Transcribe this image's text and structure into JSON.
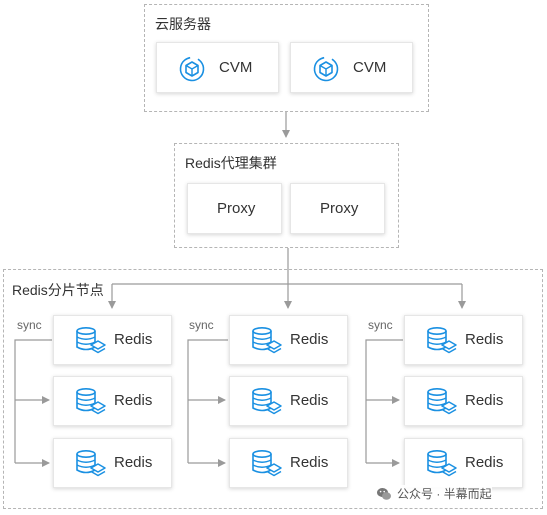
{
  "colors": {
    "accent": "#1a90e2",
    "border_dashed": "#b5b5b5",
    "connector": "#9a9a9a",
    "text": "#333333"
  },
  "groups": {
    "servers": {
      "title": "云服务器",
      "nodes": [
        {
          "label": "CVM",
          "icon": "cvm-icon"
        },
        {
          "label": "CVM",
          "icon": "cvm-icon"
        }
      ]
    },
    "proxy_cluster": {
      "title": "Redis代理集群",
      "nodes": [
        {
          "label": "Proxy"
        },
        {
          "label": "Proxy"
        }
      ]
    },
    "shards": {
      "title": "Redis分片节点",
      "columns": [
        {
          "sync_label": "sync",
          "nodes": [
            {
              "label": "Redis",
              "icon": "database-icon"
            },
            {
              "label": "Redis",
              "icon": "database-icon"
            },
            {
              "label": "Redis",
              "icon": "database-icon"
            }
          ]
        },
        {
          "sync_label": "sync",
          "nodes": [
            {
              "label": "Redis",
              "icon": "database-icon"
            },
            {
              "label": "Redis",
              "icon": "database-icon"
            },
            {
              "label": "Redis",
              "icon": "database-icon"
            }
          ]
        },
        {
          "sync_label": "sync",
          "nodes": [
            {
              "label": "Redis",
              "icon": "database-icon"
            },
            {
              "label": "Redis",
              "icon": "database-icon"
            },
            {
              "label": "Redis",
              "icon": "database-icon"
            }
          ]
        }
      ]
    }
  },
  "watermark": {
    "text": "公众号 · 半幕而起",
    "icon": "wechat-icon"
  }
}
